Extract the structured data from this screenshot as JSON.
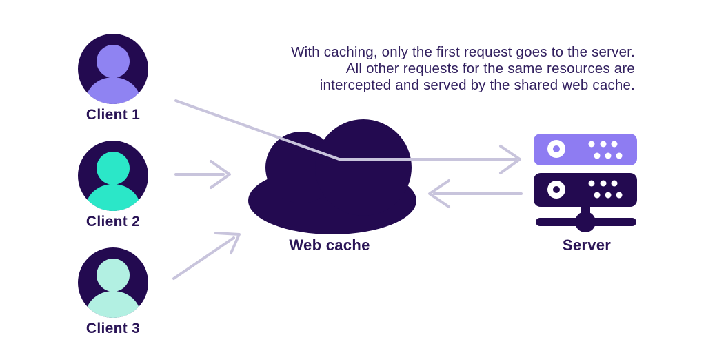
{
  "note": {
    "lines": [
      "With caching, only the first request goes to the server.",
      "All other requests for the same resources are",
      "intercepted and served by the shared web cache."
    ]
  },
  "clients": [
    {
      "label": "Client 1",
      "person_color": "#8f83f2"
    },
    {
      "label": "Client 2",
      "person_color": "#2be7c8"
    },
    {
      "label": "Client 3",
      "person_color": "#b2f0e2"
    }
  ],
  "cache": {
    "label": "Web cache"
  },
  "server": {
    "label": "Server"
  },
  "icons": {
    "client": "person-avatar-icon",
    "cache": "cloud-icon",
    "server": "server-rack-icon",
    "arrow": "chevron-arrow-line"
  },
  "colors": {
    "navy": "#230a50",
    "server_light_rack": "#8e7cf2",
    "arrow": "#c8c4dc",
    "note_text": "#32205f",
    "label_text": "#2a1456",
    "background": "#ffffff"
  }
}
